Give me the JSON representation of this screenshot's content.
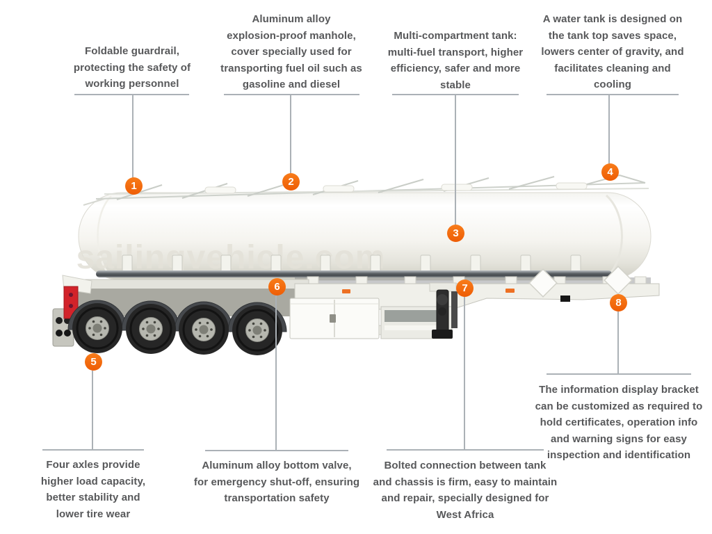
{
  "figure": {
    "watermark": "sailingvehicle.com",
    "background": "#ffffff"
  },
  "colors": {
    "badge_orange": "#F26A0E",
    "leader_line_gray": "#ABB1B6",
    "text_gray": "#57585A",
    "tank_white": "#F5F4EF",
    "red_tail_panel": "#D2232A"
  },
  "callouts": [
    {
      "number": "1",
      "text": "Foldable guardrail,\nprotecting the safety of\nworking personnel"
    },
    {
      "number": "2",
      "text": "Aluminum alloy\nexplosion-proof manhole,\ncover specially used for\ntransporting fuel oil such as\ngasoline and diesel"
    },
    {
      "number": "3",
      "text": "Multi-compartment tank:\nmulti-fuel transport, higher\nefficiency, safer and more\nstable"
    },
    {
      "number": "4",
      "text": "A water tank is designed on\nthe tank top saves space,\nlowers center of gravity, and\nfacilitates cleaning and\ncooling"
    },
    {
      "number": "5",
      "text": "Four axles provide\nhigher load capacity,\nbetter stability and\nlower tire wear"
    },
    {
      "number": "6",
      "text": "Aluminum alloy bottom valve,\nfor emergency shut-off, ensuring\ntransportation safety"
    },
    {
      "number": "7",
      "text": "Bolted connection between tank\nand chassis is firm, easy to maintain\nand repair, specially designed for\nWest Africa"
    },
    {
      "number": "8",
      "text": "The information display bracket\ncan be customized as required to\nhold certificates, operation info\nand warning signs for easy\ninspection and identification"
    }
  ]
}
